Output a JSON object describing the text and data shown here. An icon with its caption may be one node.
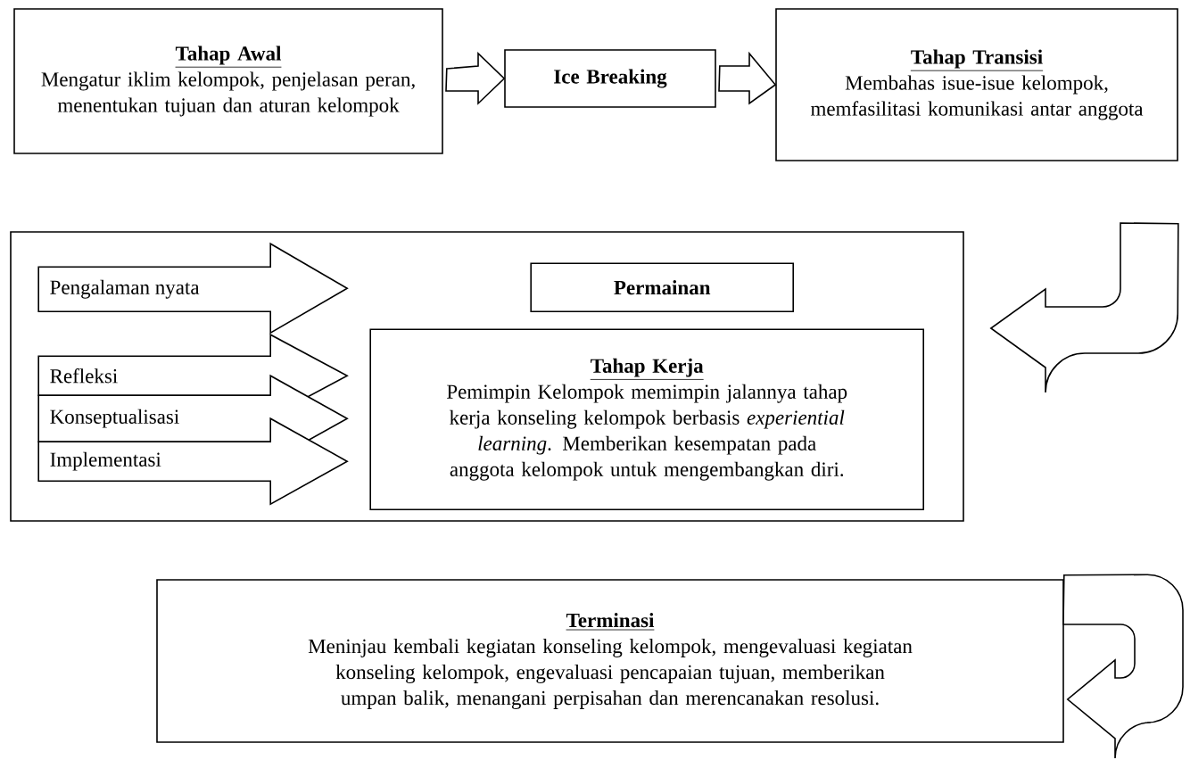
{
  "diagram": {
    "nodes": [
      {
        "text": [
          "Tahap Awal",
          "Mengatur iklim kelompok, penjelasan peran, menentukan tujuan dan aturan kelompok"
        ]
      },
      {
        "text": [
          "Ice Breaking"
        ]
      },
      {
        "text": [
          "Tahap Transisi",
          "Membahas isue-isue kelompok, memfasilitasi komunikasi antar anggota"
        ]
      },
      {
        "text": [],
        "shape": "box"
      },
      {
        "text": [
          "Pengalaman nyata"
        ],
        "in": 3
      },
      {
        "text": [
          "Refleksi"
        ],
        "in": 3
      },
      {
        "text": [
          "Konseptualisasi"
        ],
        "in": 3
      },
      {
        "text": [
          "Implementasi"
        ],
        "in": 3
      },
      {
        "text": [
          "Permainan"
        ],
        "in": 3
      },
      {
        "text": [
          "Tahap Kerja",
          "Pemimpin Kelompok memimpin jalannya tahap kerja konseling kelompok berbasis *experiential learning*. Memberikan kesempatan pada anggota kelompok untuk mengembangkan diri."
        ],
        "in": 3
      },
      {
        "text": [
          "Terminasi",
          "Meninjau kembali kegiatan konseling kelompok,  mengevaluasi kegiatan konseling kelompok,  engevaluasi pencapaian tujuan, memberikan umpan balik, menangani perpisahan dan merencanakan resolusi."
        ]
      }
    ],
    "edges": [
      {
        "from": 0,
        "to": 1,
        "arrow": "to"
      },
      {
        "from": 1,
        "to": 2,
        "arrow": "to"
      },
      {
        "from": 2,
        "to": 3,
        "arrow": "to"
      },
      {
        "from": 3,
        "to": 10,
        "arrow": "to"
      }
    ]
  }
}
